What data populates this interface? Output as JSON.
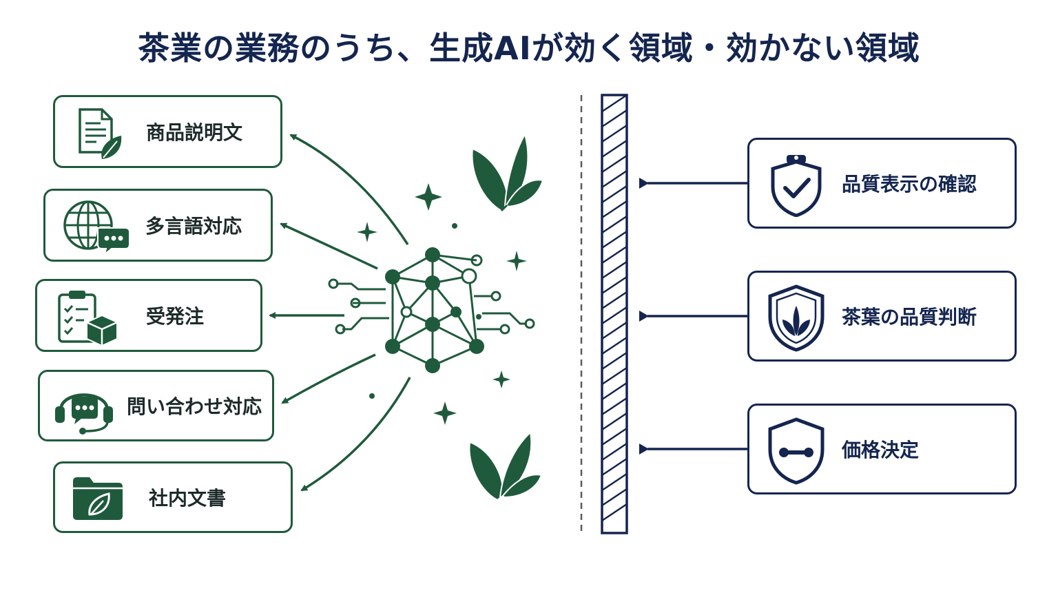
{
  "title": "茶業の業務のうち、生成AIが効く領域・効かない領域",
  "effective_tasks": [
    {
      "label": "商品説明文",
      "icon": "document-leaf-icon"
    },
    {
      "label": "多言語対応",
      "icon": "globe-chat-icon"
    },
    {
      "label": "受発注",
      "icon": "clipboard-box-icon"
    },
    {
      "label": "問い合わせ対応",
      "icon": "headset-chat-icon"
    },
    {
      "label": "社内文書",
      "icon": "folder-leaf-icon"
    }
  ],
  "ineffective_tasks": [
    {
      "label": "品質表示の確認",
      "icon": "shield-check-icon"
    },
    {
      "label": "茶葉の品質判断",
      "icon": "shield-leaf-icon"
    },
    {
      "label": "価格決定",
      "icon": "shield-link-icon"
    }
  ],
  "colors": {
    "green": "#1f5a3c",
    "navy": "#14254f"
  }
}
